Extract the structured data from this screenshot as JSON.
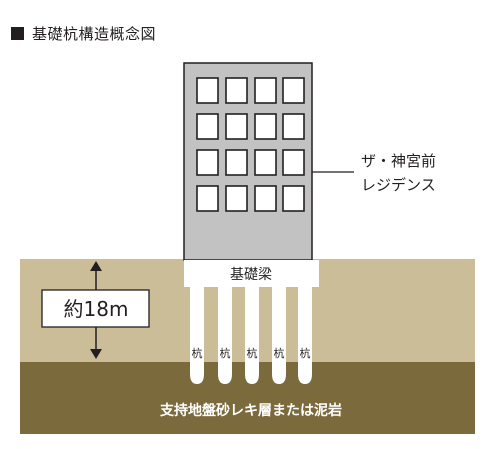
{
  "title": "基礎杭構造概念図",
  "building_label_line1": "ザ・神宮前",
  "building_label_line2": "レジデンス",
  "foundation_beam_label": "基礎梁",
  "depth_label": "約18m",
  "pile_label": "杭",
  "bearing_layer_label": "支持地盤砂レキ層または泥岩",
  "colors": {
    "ground_upper": "#cbbd98",
    "ground_lower": "#7a6a3c",
    "building": "#c2c2c2",
    "window_border": "#231f20",
    "ink": "#231f20",
    "white": "#ffffff"
  }
}
